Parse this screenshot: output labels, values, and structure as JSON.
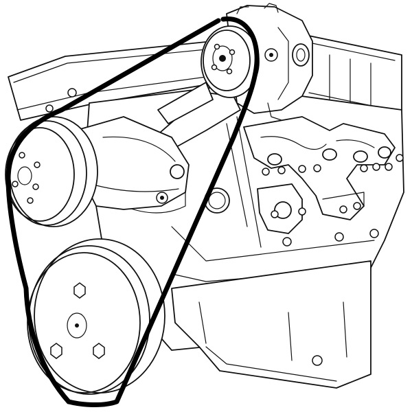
{
  "diagram": {
    "parts": [
      {
        "id": "engine-block",
        "icon": "engine-block-shape"
      },
      {
        "id": "alternator",
        "icon": "alternator-shape"
      },
      {
        "id": "water-pump-pulley",
        "icon": "pulley-shape"
      },
      {
        "id": "crankshaft-pulley",
        "icon": "pulley-shape"
      },
      {
        "id": "drive-belt",
        "icon": "belt-shape"
      },
      {
        "id": "exhaust-manifold",
        "icon": "manifold-shape"
      },
      {
        "id": "oil-pan",
        "icon": "oil-pan-shape"
      }
    ],
    "colors": {
      "line": "#111111",
      "belt": "#000000",
      "background": "#ffffff"
    }
  }
}
